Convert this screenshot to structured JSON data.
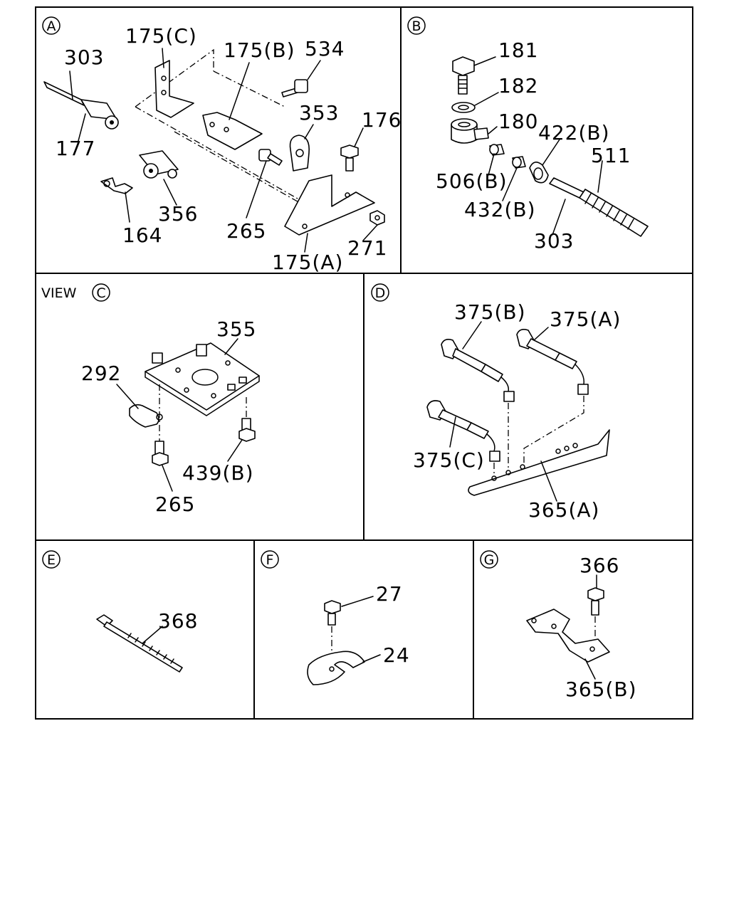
{
  "panels": {
    "A": {
      "letter": "A",
      "labels": {
        "p303": "303",
        "p175c": "175(C)",
        "p175b": "175(B)",
        "p534": "534",
        "p353": "353",
        "p176": "176",
        "p177": "177",
        "p164": "164",
        "p356": "356",
        "p265": "265",
        "p271": "271",
        "p175a": "175(A)"
      }
    },
    "B": {
      "letter": "B",
      "labels": {
        "p181": "181",
        "p182": "182",
        "p180": "180",
        "p422b": "422(B)",
        "p511": "511",
        "p506b": "506(B)",
        "p432b": "432(B)",
        "p303": "303"
      }
    },
    "C": {
      "prefix": "VIEW",
      "letter": "C",
      "labels": {
        "p355": "355",
        "p292": "292",
        "p439b": "439(B)",
        "p265": "265"
      }
    },
    "D": {
      "letter": "D",
      "labels": {
        "p375b": "375(B)",
        "p375a": "375(A)",
        "p375c": "375(C)",
        "p365a": "365(A)"
      }
    },
    "E": {
      "letter": "E",
      "labels": {
        "p368": "368"
      }
    },
    "F": {
      "letter": "F",
      "labels": {
        "p27": "27",
        "p24": "24"
      }
    },
    "G": {
      "letter": "G",
      "labels": {
        "p366": "366",
        "p365b": "365(B)"
      }
    }
  }
}
